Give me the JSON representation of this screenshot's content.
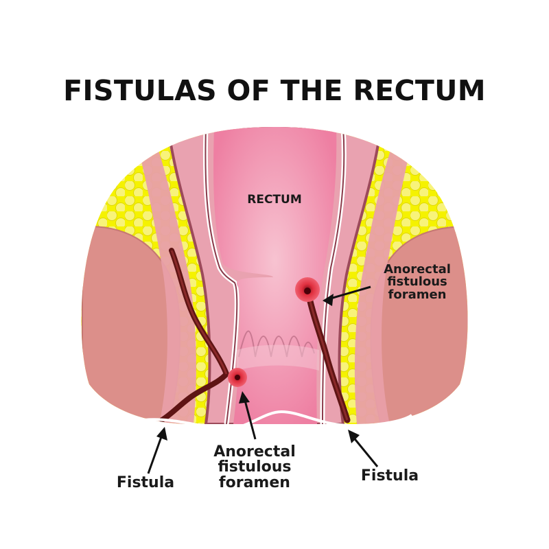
{
  "title": "FISTULAS OF THE RECTUM",
  "labels": {
    "rectum": "RECTUM",
    "foramen_right": "Anorectal\nfistulous\nforamen",
    "foramen_bottom": "Anorectal\nfistulous\nforamen",
    "fistula_left": "Fistula",
    "fistula_right": "Fistula"
  },
  "colors": {
    "fat_yellow": "#f2f000",
    "muscle": "#dc8f8a",
    "wall": "#e9a2b0",
    "lumen": "#ef84a5",
    "fistula_tract": "#6a1a1a",
    "foramen": "#e2293b"
  }
}
